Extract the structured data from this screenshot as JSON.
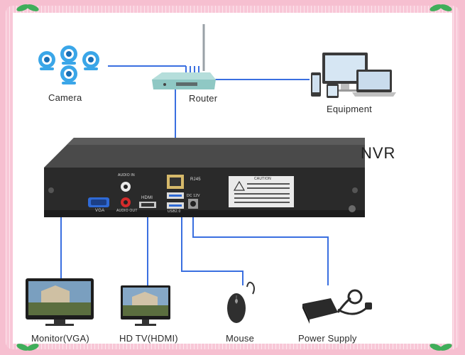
{
  "labels": {
    "camera": "Camera",
    "router": "Router",
    "equipment": "Equipment",
    "nvr": "NVR",
    "monitor": "Monitor(VGA)",
    "hdtv": "HD TV(HDMI)",
    "mouse": "Mouse",
    "power": "Power Supply"
  },
  "panel": {
    "audio_in": "AUDIO IN",
    "audio_out": "AUDIO OUT",
    "vga": "VGA",
    "hdmi": "HDMI",
    "rj45": "RJ45",
    "usb": "USB2.0",
    "dc": "DC 12V",
    "caution": "CAUTION"
  },
  "colors": {
    "wire": "#3a6fe0",
    "nvr_body": "#2a2a2a",
    "camera": "#3aa6e8",
    "frame": "#f6bfd0"
  }
}
